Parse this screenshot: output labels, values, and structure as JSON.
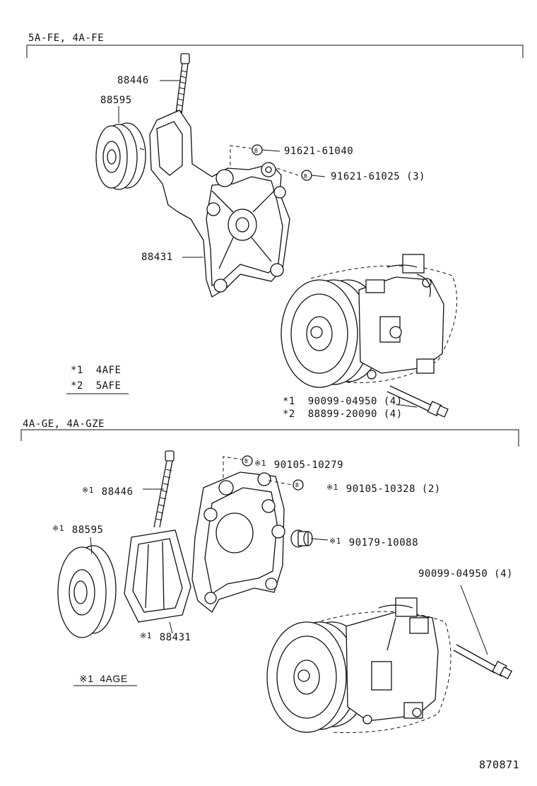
{
  "sections": [
    {
      "heading": "5A-FE, 4A-FE",
      "labels": {
        "bolt": "88446",
        "pulley": "88595",
        "bracket": "88431",
        "bolt_b1": "91621-61040",
        "bolt_b2": "91621-61025 (3)",
        "comp_bolt1": "90099-04950 (4)",
        "comp_bolt2": "88899-20090 (4)",
        "mark1": "*1",
        "mark2": "*2"
      },
      "legend": [
        {
          "mark": "*1",
          "text": "4AFE"
        },
        {
          "mark": "*2",
          "text": "5AFE"
        }
      ],
      "bolt_marker": "B"
    },
    {
      "heading": "4A-GE, 4A-GZE",
      "labels": {
        "bolt": "88446",
        "pulley": "88595",
        "bracket": "88431",
        "bolt_b1": "90105-10279",
        "bolt_b2": "90105-10328 (2)",
        "nut": "90179-10088",
        "comp_bolt": "90099-04950 (4)",
        "mark": "※1"
      },
      "legend": [
        {
          "mark": "※1",
          "text": "4AGE"
        }
      ],
      "bolt_marker": "B"
    }
  ],
  "figure_number": "870871"
}
